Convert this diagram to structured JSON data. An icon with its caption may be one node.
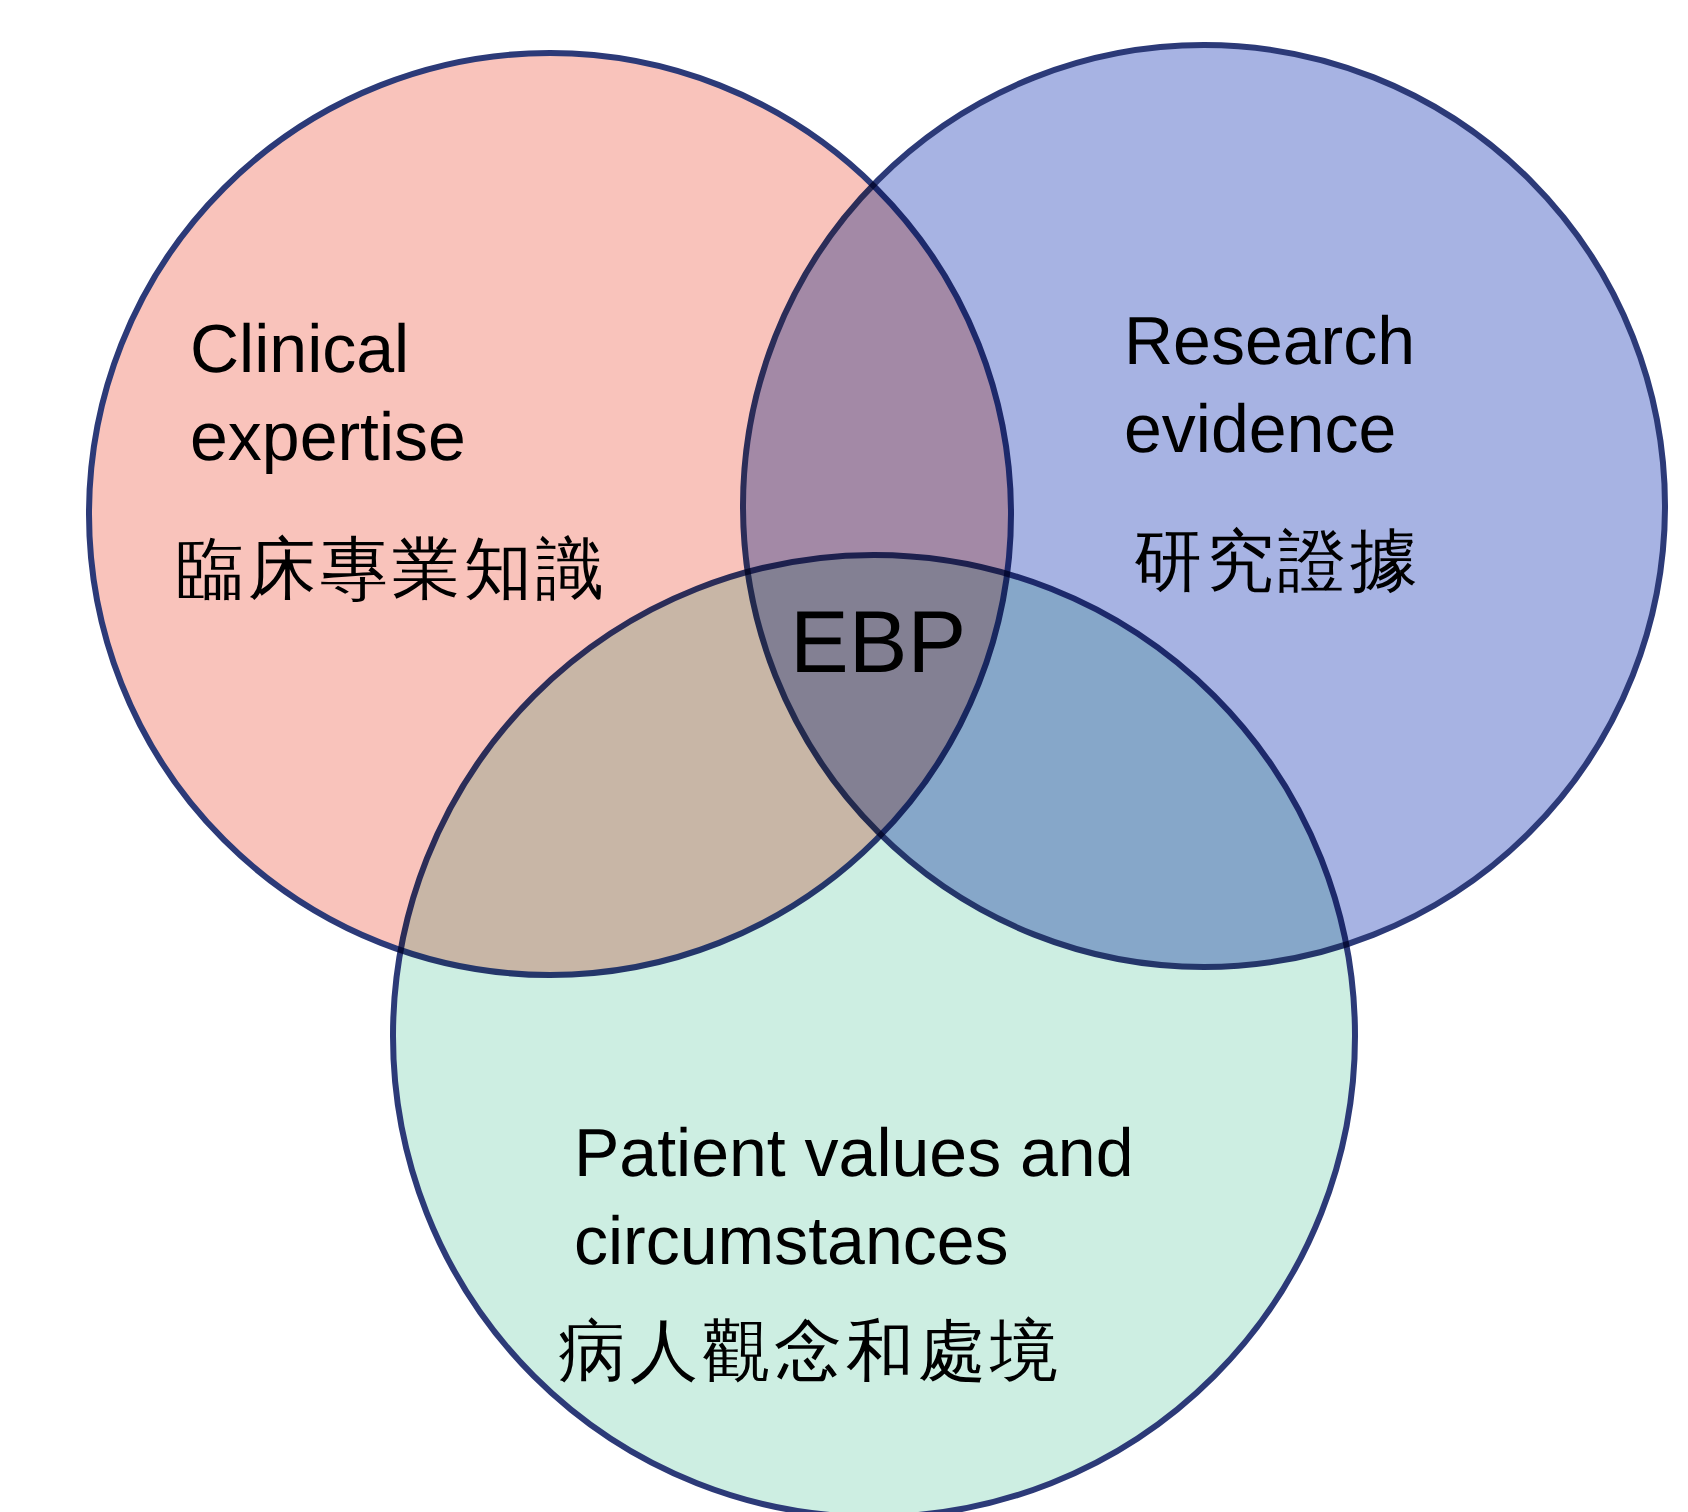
{
  "diagram": {
    "nodes": [
      {
        "text": [
          "Clinical expertise",
          "臨床專業知識"
        ]
      },
      {
        "text": [
          "Research evidence",
          "研究證據"
        ]
      },
      {
        "text": [
          "Patient values and circumstances",
          "病人觀念和處境"
        ]
      }
    ],
    "labels": [
      "EBP"
    ]
  }
}
